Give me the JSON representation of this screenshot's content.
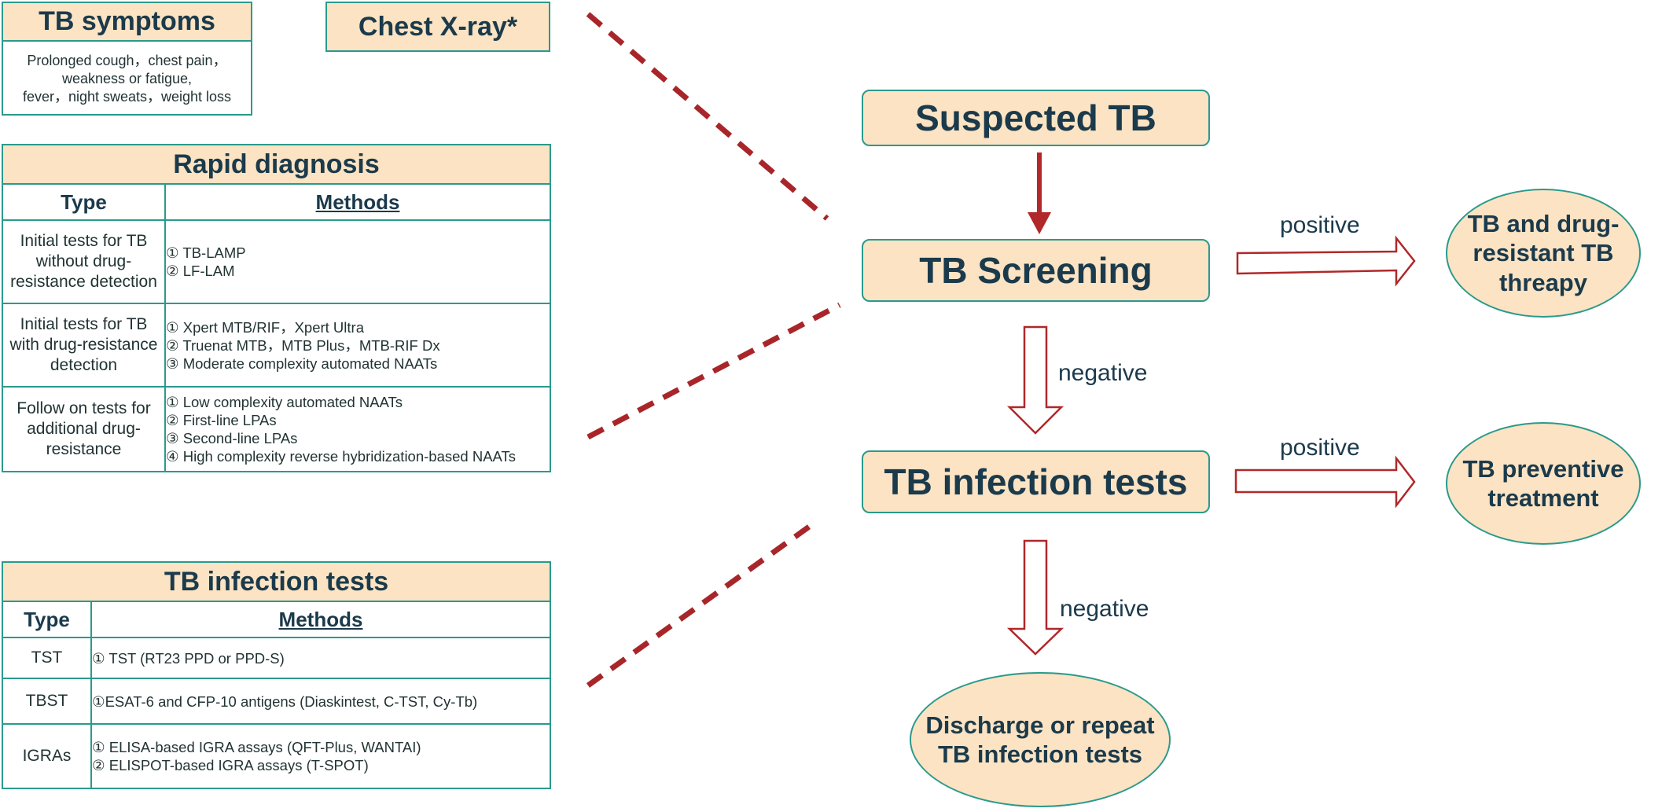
{
  "symptoms": {
    "title": "TB symptoms",
    "lines": [
      "Prolonged cough，chest pain，",
      "weakness or fatigue,",
      "fever，night sweats，weight loss"
    ]
  },
  "xray": {
    "title": "Chest X-ray*"
  },
  "rapid": {
    "title": "Rapid diagnosis",
    "col_type": "Type",
    "col_methods": "Methods",
    "rows": [
      {
        "type": "Initial tests for TB without drug-resistance detection",
        "methods": [
          "① TB-LAMP",
          "②  LF-LAM"
        ]
      },
      {
        "type": "Initial tests for TB with drug-resistance detection",
        "methods": [
          "①  Xpert MTB/RIF，Xpert Ultra",
          "②  Truenat MTB，MTB Plus，MTB-RIF Dx",
          "③  Moderate complexity automated NAATs"
        ]
      },
      {
        "type": "Follow on tests for additional drug-resistance",
        "methods": [
          "①  Low complexity automated NAATs",
          "②  First-line LPAs",
          "③  Second-line LPAs",
          "④  High complexity reverse hybridization-based NAATs"
        ]
      }
    ]
  },
  "infection_table": {
    "title": "TB infection tests",
    "col_type": "Type",
    "col_methods": "Methods",
    "rows": [
      {
        "type": "TST",
        "methods": [
          "① TST (RT23 PPD or PPD-S)"
        ]
      },
      {
        "type": "TBST",
        "methods": [
          "①ESAT-6 and CFP-10 antigens (Diaskintest, C-TST, Cy-Tb)"
        ]
      },
      {
        "type": "IGRAs",
        "methods": [
          "① ELISA-based IGRA assays (QFT-Plus, WANTAI)",
          "② ELISPOT-based IGRA assays (T-SPOT)"
        ]
      }
    ]
  },
  "flow": {
    "suspected": "Suspected TB",
    "screening": "TB Screening",
    "infection": "TB infection tests",
    "therapy": [
      "TB and drug-",
      "resistant TB",
      "threapy"
    ],
    "preventive": [
      "TB preventive",
      "treatment"
    ],
    "discharge": [
      "Discharge or repeat",
      "TB infection tests"
    ],
    "positive_1": "positive",
    "positive_2": "positive",
    "negative_1": "negative",
    "negative_2": "negative"
  },
  "colors": {
    "box_fill": "#fbe3c3",
    "box_border": "#2a9a8c",
    "text": "#1b3a4b",
    "arrow": "#b0282a",
    "dashed_line": "#a8262a"
  }
}
